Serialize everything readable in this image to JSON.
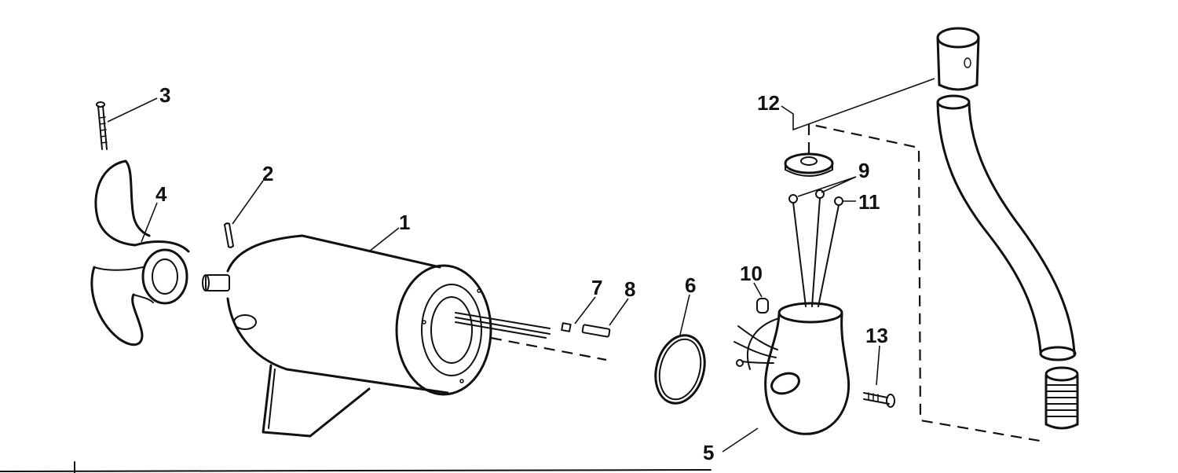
{
  "parts": {
    "motor": "1",
    "pin": "2",
    "prop_nut_bolt": "3",
    "propeller": "4",
    "housing": "5",
    "o_ring": "6",
    "brush_small": "7",
    "brush_long": "8",
    "terminal_leads": "9",
    "grommet": "10",
    "terminal_lead_single": "11",
    "collar_washer": "12",
    "screw": "13"
  },
  "colors": {
    "ink": "#111111",
    "paper": "#ffffff"
  }
}
